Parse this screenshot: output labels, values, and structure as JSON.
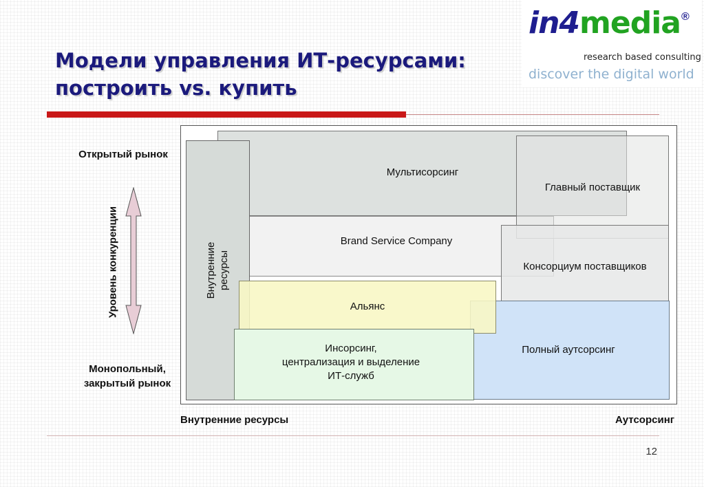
{
  "title": {
    "line1": "Модели управления ИТ-ресурсами:",
    "line2": "построить vs. купить"
  },
  "logo": {
    "brand_in4": "in4",
    "brand_media": "media",
    "registered": "®",
    "subtitle": "research based consulting",
    "tagline": "discover the digital world"
  },
  "diagram": {
    "multisourcing": "Мультисорсинг",
    "main_supplier": "Главный поставщик",
    "brand_service": "Brand Service Company",
    "consortium": "Консорциум поставщиков",
    "alliance": "Альянс",
    "insourcing_line1": "Инсорсинг,",
    "insourcing_line2": "централизация и выделение",
    "insourcing_line3": "ИТ-служб",
    "full_outsourcing": "Полный аутсорсинг",
    "inhouse_line1": "Внутренние",
    "inhouse_line2": "ресурсы"
  },
  "axes": {
    "open_market": "Открытый рынок",
    "closed_market_line1": "Монопольный,",
    "closed_market_line2": "закрытый рынок",
    "competition_level": "Уровень конкуренции",
    "bottom_left": "Внутренние ресурсы",
    "bottom_right": "Аутсорсинг"
  },
  "page_number": "12",
  "colors": {
    "title": "#1b1a7c",
    "accent_rule": "#c91818",
    "full_outsourcing": "#d0e3f8",
    "alliance": "#f8f7c4",
    "insourcing": "#e6f8e6",
    "arrow": "#e8cdd6"
  }
}
